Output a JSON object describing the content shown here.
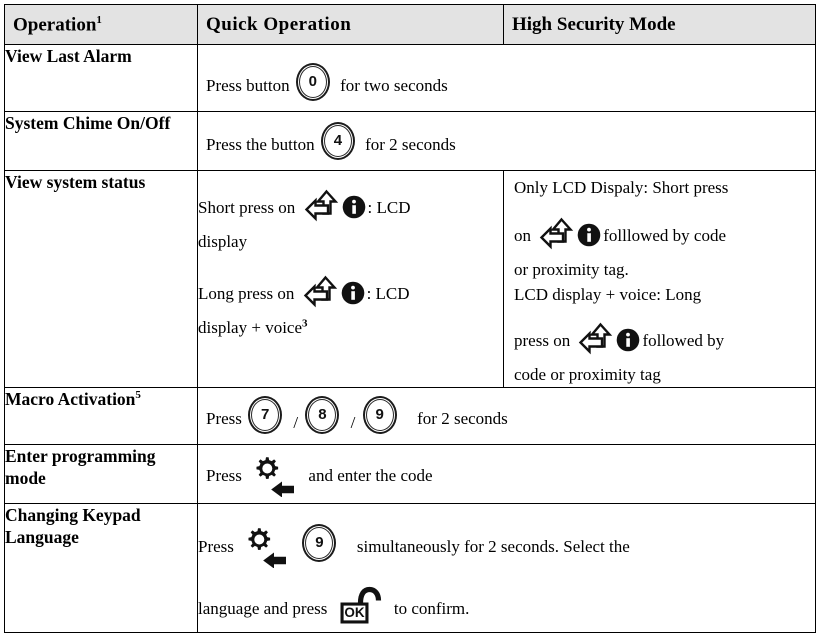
{
  "table": {
    "headers": {
      "operation": "Operation",
      "operation_note": "1",
      "quick": "Quick  Operation",
      "high_security": "High Security Mode"
    },
    "rows": [
      {
        "label": "View Last Alarm",
        "quick": {
          "pre": "Press button",
          "key": "0",
          "post": "for two seconds"
        }
      },
      {
        "label": "System Chime On/Off",
        "quick": {
          "pre": "Press the button",
          "key": "4",
          "post": "for 2 seconds"
        }
      },
      {
        "label": "View system status",
        "quick": {
          "short_pre": "Short press on",
          "short_post": ": LCD",
          "short_line2": "display",
          "long_pre": "Long press on",
          "long_post": ": LCD",
          "long_line2": "display + voice",
          "long_note": "3"
        },
        "high": {
          "l1": "Only LCD Dispaly: Short press",
          "l2_pre": "on",
          "l2_post": "folllowed by code",
          "l3": "or proximity tag.",
          "l4": "LCD display + voice: Long",
          "l5_pre": "press on",
          "l5_post": "followed by",
          "l6": "code or proximity tag"
        }
      },
      {
        "label": "Macro Activation",
        "label_note": "5",
        "quick": {
          "pre": "Press",
          "keys": [
            "7",
            "8",
            "9"
          ],
          "separator": "/",
          "post": "for 2 seconds"
        }
      },
      {
        "label": "Enter programming mode",
        "quick": {
          "pre": "Press",
          "post": "and enter the code"
        }
      },
      {
        "label": "Changing Keypad Language",
        "quick": {
          "pre": "Press",
          "key": "9",
          "post": "simultaneously for 2 seconds. Select the",
          "line2_pre": "language and press",
          "line2_post": "to confirm."
        }
      }
    ]
  },
  "icons": {
    "status_arrow": "bent-up-left-arrow-icon",
    "info": "info-circle-icon",
    "gear_back": "gear-back-arrow-icon",
    "ok_lock": "open-padlock-ok-icon"
  },
  "colors": {
    "header_background": "#e3e3e3",
    "border": "#000000",
    "text": "#000000",
    "page_background": "#ffffff"
  }
}
